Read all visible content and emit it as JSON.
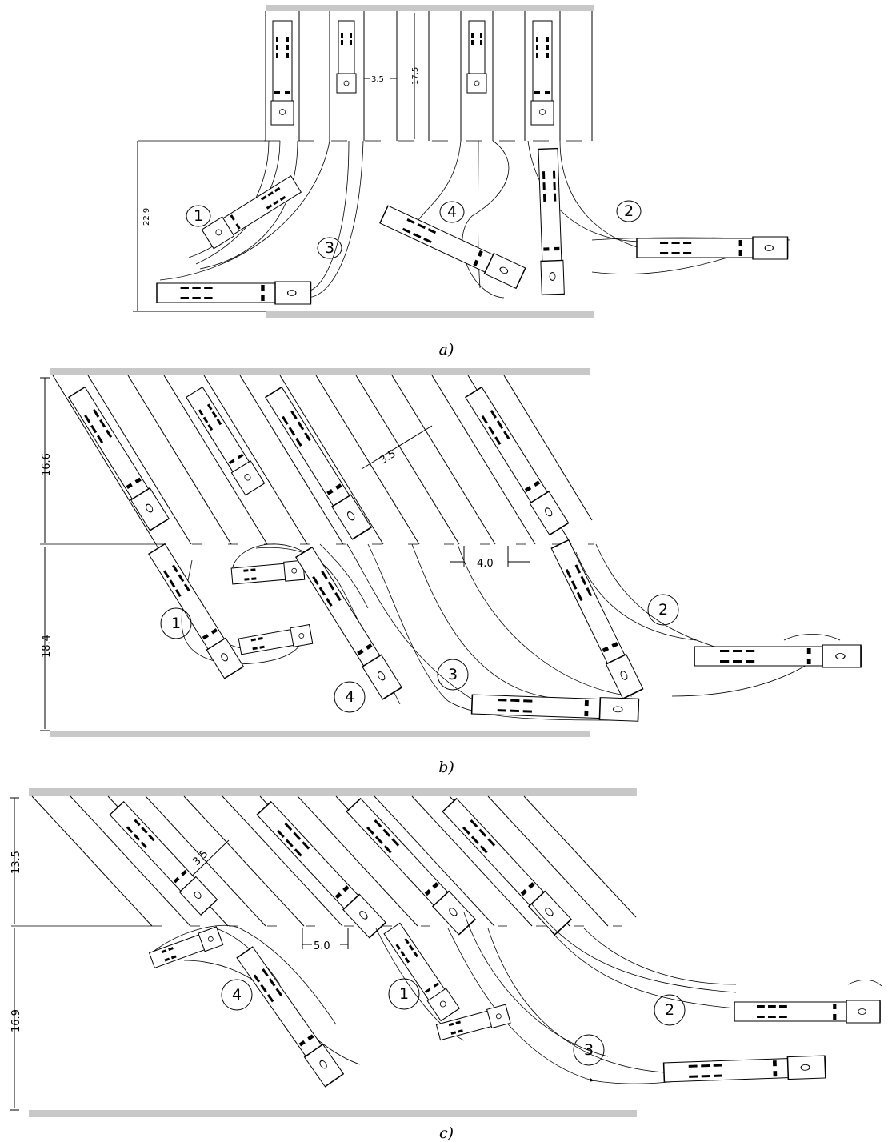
{
  "panel_a": {
    "caption": "a)",
    "dims": {
      "aisle": "22.9",
      "stall_length": "17.5",
      "stall_width": "3.5"
    },
    "maneuvers": [
      "1",
      "2",
      "3",
      "4"
    ]
  },
  "panel_b": {
    "caption": "b)",
    "dims": {
      "stall_length": "16.6",
      "aisle": "18.4",
      "stall_width": "3.5",
      "curb_opening": "4.0"
    },
    "maneuvers": [
      "1",
      "2",
      "3",
      "4"
    ]
  },
  "panel_c": {
    "caption": "c)",
    "dims": {
      "stall_length": "13.5",
      "aisle": "16.9",
      "stall_width": "3.5",
      "curb_opening": "5.0"
    },
    "maneuvers": [
      "1",
      "2",
      "3",
      "4"
    ]
  }
}
